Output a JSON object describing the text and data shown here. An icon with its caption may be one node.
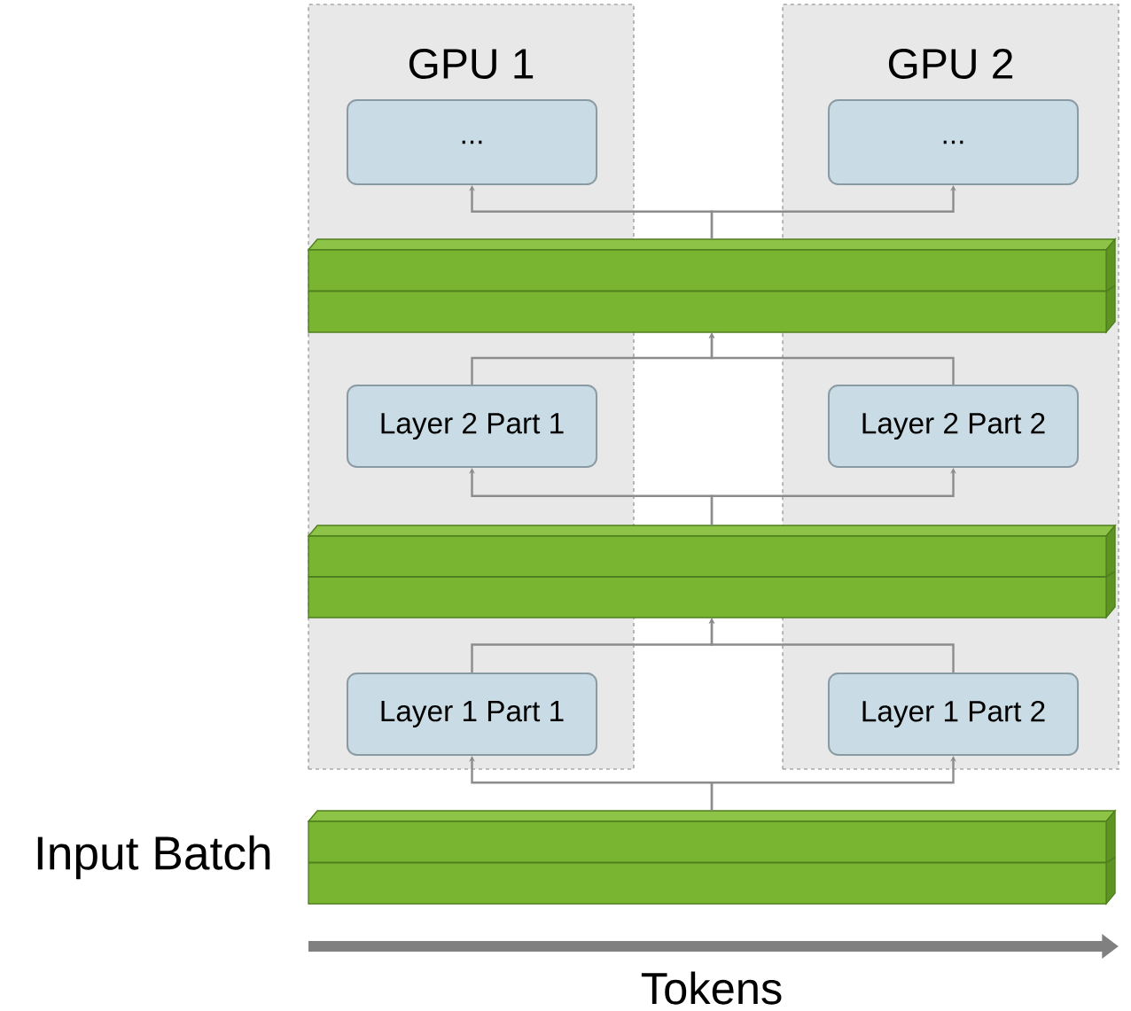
{
  "diagram": {
    "nodes": [
      {
        "text": [
          "GPU 1"
        ]
      },
      {
        "text": [
          "GPU 2"
        ]
      },
      {
        "text": [
          "..."
        ],
        "in": 0
      },
      {
        "text": [
          "..."
        ],
        "in": 1
      },
      {
        "text": [],
        "shape": "bar"
      },
      {
        "text": [
          "Layer 2 Part 1"
        ],
        "in": 0
      },
      {
        "text": [
          "Layer 2 Part 2"
        ],
        "in": 1
      },
      {
        "text": [],
        "shape": "bar"
      },
      {
        "text": [
          "Layer 1 Part 1"
        ],
        "in": 0
      },
      {
        "text": [
          "Layer 1 Part 2"
        ],
        "in": 1
      },
      {
        "text": [],
        "shape": "bar",
        "beside": [
          "Input Batch"
        ]
      }
    ],
    "edges": [
      {
        "from": 10,
        "to": 8,
        "arrow": "to"
      },
      {
        "from": 10,
        "to": 9,
        "arrow": "to"
      },
      {
        "from": 8,
        "to": 7,
        "arrow": "to"
      },
      {
        "from": 9,
        "to": 7,
        "arrow": "to"
      },
      {
        "from": 7,
        "to": 5,
        "arrow": "to"
      },
      {
        "from": 7,
        "to": 6,
        "arrow": "to"
      },
      {
        "from": 5,
        "to": 4,
        "arrow": "to"
      },
      {
        "from": 6,
        "to": 4,
        "arrow": "to"
      },
      {
        "from": 4,
        "to": 2,
        "arrow": "to"
      },
      {
        "from": 4,
        "to": 3,
        "arrow": "to"
      }
    ],
    "labels": [
      "Tokens"
    ]
  }
}
